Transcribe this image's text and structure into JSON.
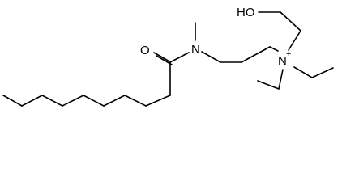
{
  "structure": {
    "labels": {
      "carbonyl_oxygen": "O",
      "amide_nitrogen": "N",
      "ammonium_nitrogen": "N",
      "ammonium_charge": "+",
      "hydroxyl": "HO"
    }
  }
}
